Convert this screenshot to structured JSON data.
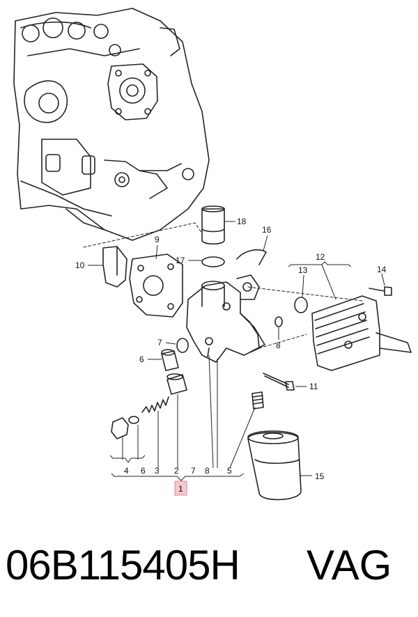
{
  "callouts": {
    "c1": "1",
    "c2": "2",
    "c3": "3",
    "c4": "4",
    "c5": "5",
    "c6": "6",
    "c7": "7",
    "c8": "8",
    "c9": "9",
    "c10": "10",
    "c11": "11",
    "c12": "12",
    "c13": "13",
    "c14": "14",
    "c15": "15",
    "c16": "16",
    "c17": "17",
    "c18": "18"
  },
  "bottom_row": {
    "l4": "4",
    "l6": "6",
    "l3": "3",
    "l2": "2",
    "l7": "7",
    "l8": "8",
    "l5": "5"
  },
  "footer": {
    "part_number": "06B115405H",
    "brand": "VAG"
  },
  "colors": {
    "line": "#222222",
    "highlight_box": "#f4c9cf",
    "highlight_border": "#d88a95"
  }
}
